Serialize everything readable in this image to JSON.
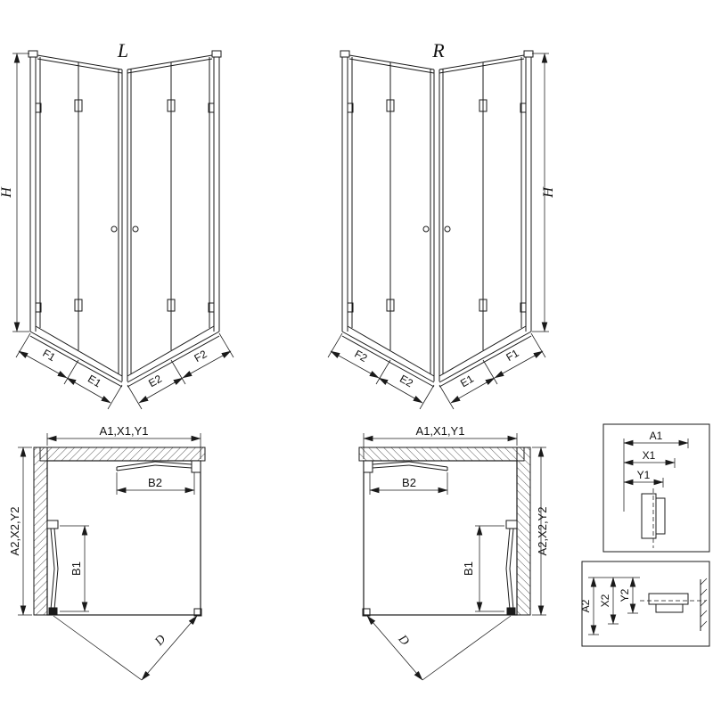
{
  "colors": {
    "line": "#1a1a1a",
    "background": "#ffffff"
  },
  "iso_left": {
    "title": "L",
    "height_label": "H",
    "bottom_left_outer": "F1",
    "bottom_left_inner": "E1",
    "bottom_right_inner": "E2",
    "bottom_right_outer": "F2"
  },
  "iso_right": {
    "title": "R",
    "height_label": "H",
    "bottom_left_outer": "F2",
    "bottom_left_inner": "E2",
    "bottom_right_inner": "E1",
    "bottom_right_outer": "F1"
  },
  "plan_left": {
    "width_dim": "A1,X1,Y1",
    "depth_dim": "A2,X2,Y2",
    "door_width_dim": "B2",
    "door_depth_dim": "B1",
    "diagonal_dim": "D"
  },
  "plan_right": {
    "width_dim": "A1,X1,Y1",
    "depth_dim": "A2,X2,Y2",
    "door_width_dim": "B2",
    "door_depth_dim": "B1",
    "diagonal_dim": "D"
  },
  "detail_top": {
    "dims": [
      "A1",
      "X1",
      "Y1"
    ]
  },
  "detail_bottom": {
    "dims": [
      "A2",
      "X2",
      "Y2"
    ]
  }
}
